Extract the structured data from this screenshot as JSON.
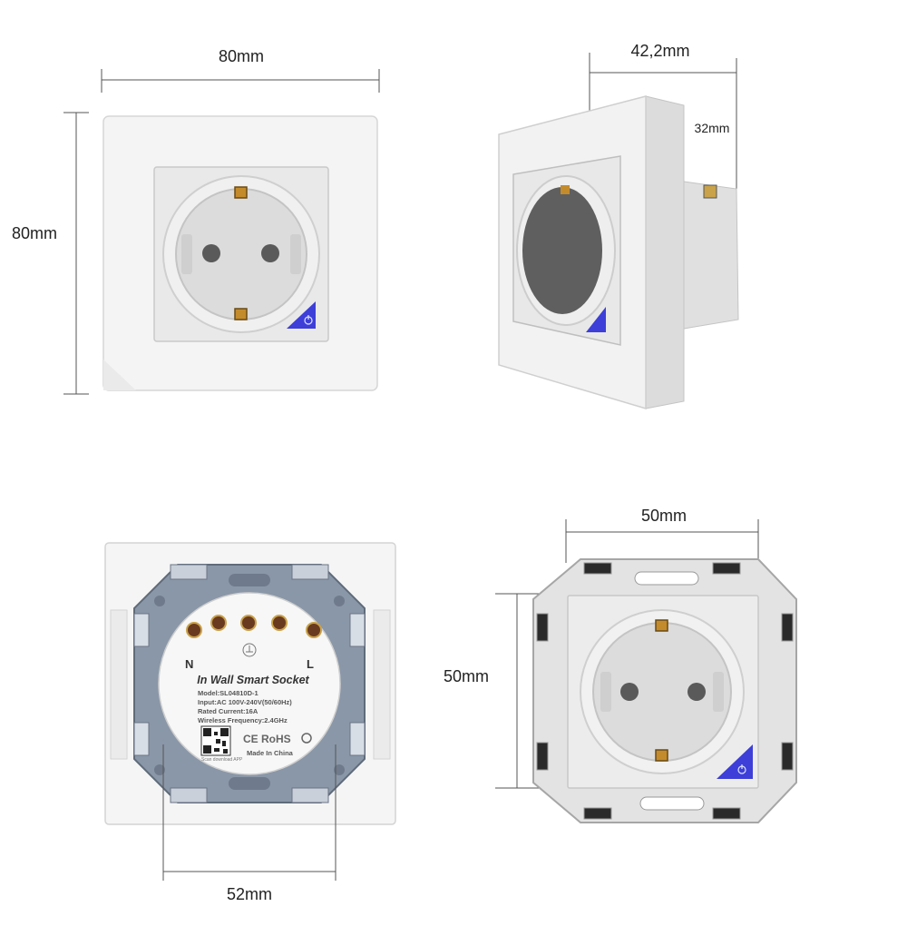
{
  "front_view": {
    "width_label": "80mm",
    "height_label": "80mm"
  },
  "side_view": {
    "depth_label": "42,2mm",
    "module_depth_label": "32mm"
  },
  "back_view": {
    "width_label": "52mm",
    "terminal_n": "N",
    "terminal_l": "L",
    "label_title": "In Wall Smart Socket",
    "label_model": "Model:SL04810D-1",
    "label_input": "Input:AC 100V-240V(50/60Hz)",
    "label_current": "Rated Current:16A",
    "label_wireless": "Wireless Frequency:2.4GHz",
    "label_marks": "CE RoHS",
    "label_origin": "Made In China",
    "label_qr_caption": "Scan download APP"
  },
  "module_view": {
    "width_label": "50mm",
    "height_label": "50mm"
  },
  "colors": {
    "accent_button": "#3d3fd8",
    "frame": "#f2f2f2",
    "plate": "#e6e6e6",
    "metal": "#8a97a8"
  }
}
